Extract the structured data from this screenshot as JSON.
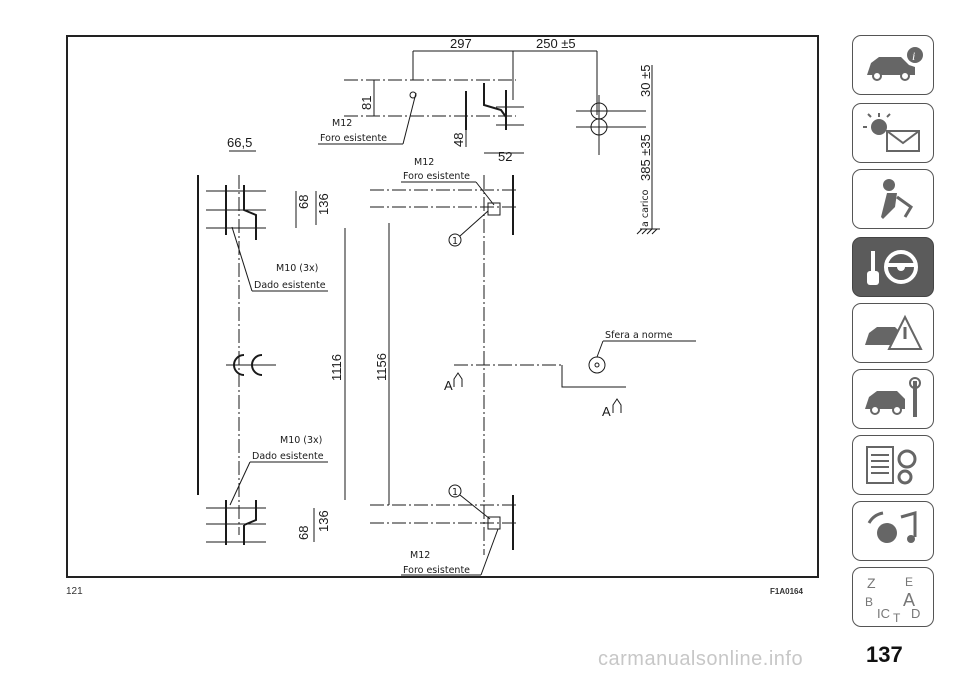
{
  "drawing": {
    "dimensions": {
      "d297": "297",
      "d250": "250 ±5",
      "d30": "30 ±5",
      "d385": "385 ±35",
      "d81": "81",
      "d48": "48",
      "d52": "52",
      "d66": "66,5",
      "d68a": "68",
      "d136a": "136",
      "d1116": "1116",
      "d1156": "1156",
      "d68b": "68",
      "d136b": "136"
    },
    "labels": {
      "m12_1": "M12",
      "foro_1": "Foro esistente",
      "m12_2": "M12",
      "foro_2": "Foro esistente",
      "m12_3": "M12",
      "foro_3": "Foro esistente",
      "m10_1": "M10 (3x)",
      "dado_1": "Dado esistente",
      "m10_2": "M10 (3x)",
      "dado_2": "Dado esistente",
      "sfera": "Sfera a norme",
      "a_carico": "a carico",
      "section_a1": "A",
      "section_a2": "A",
      "callout_1a": "1",
      "callout_1b": "1"
    }
  },
  "footer": {
    "left_code": "121",
    "figure_code": "F1A0164"
  },
  "page_number": "137",
  "watermark": "carmanualsonline.info",
  "tabs": [
    {
      "icon": "car-info-icon",
      "active": false
    },
    {
      "icon": "warning-lights-envelope-icon",
      "active": false
    },
    {
      "icon": "seat-belt-airbag-icon",
      "active": false
    },
    {
      "icon": "key-steering-wheel-icon",
      "active": true
    },
    {
      "icon": "car-warning-triangle-icon",
      "active": false
    },
    {
      "icon": "car-wrench-icon",
      "active": false
    },
    {
      "icon": "specs-gears-icon",
      "active": false
    },
    {
      "icon": "multimedia-music-icon",
      "active": false
    },
    {
      "icon": "alphabetical-index-icon",
      "active": false
    }
  ]
}
